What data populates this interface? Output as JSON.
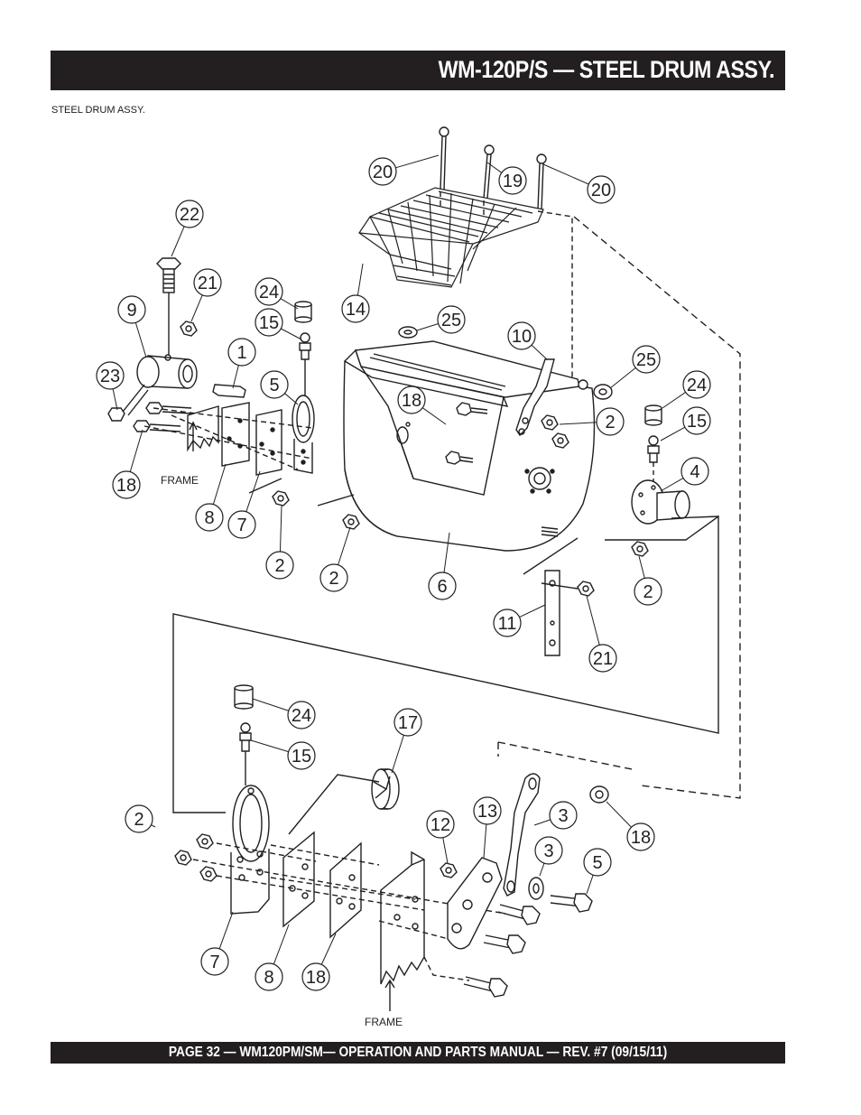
{
  "header": {
    "title": "WM-120P/S — STEEL DRUM ASSY."
  },
  "subtitle": "STEEL DRUM ASSY.",
  "footer": {
    "text": "PAGE 32 — WM120PM/SM— OPERATION AND PARTS MANUAL — REV. #7 (09/15/11)"
  },
  "labels": {
    "frame": "FRAME",
    "callouts": [
      "20",
      "19",
      "20",
      "22",
      "21",
      "24",
      "14",
      "9",
      "15",
      "25",
      "10",
      "1",
      "25",
      "24",
      "23",
      "5",
      "18",
      "2",
      "15",
      "4",
      "18",
      "8",
      "7",
      "2",
      "2",
      "6",
      "2",
      "11",
      "21",
      "24",
      "17",
      "15",
      "2",
      "12",
      "13",
      "3",
      "3",
      "18",
      "5",
      "7",
      "8",
      "18"
    ]
  }
}
